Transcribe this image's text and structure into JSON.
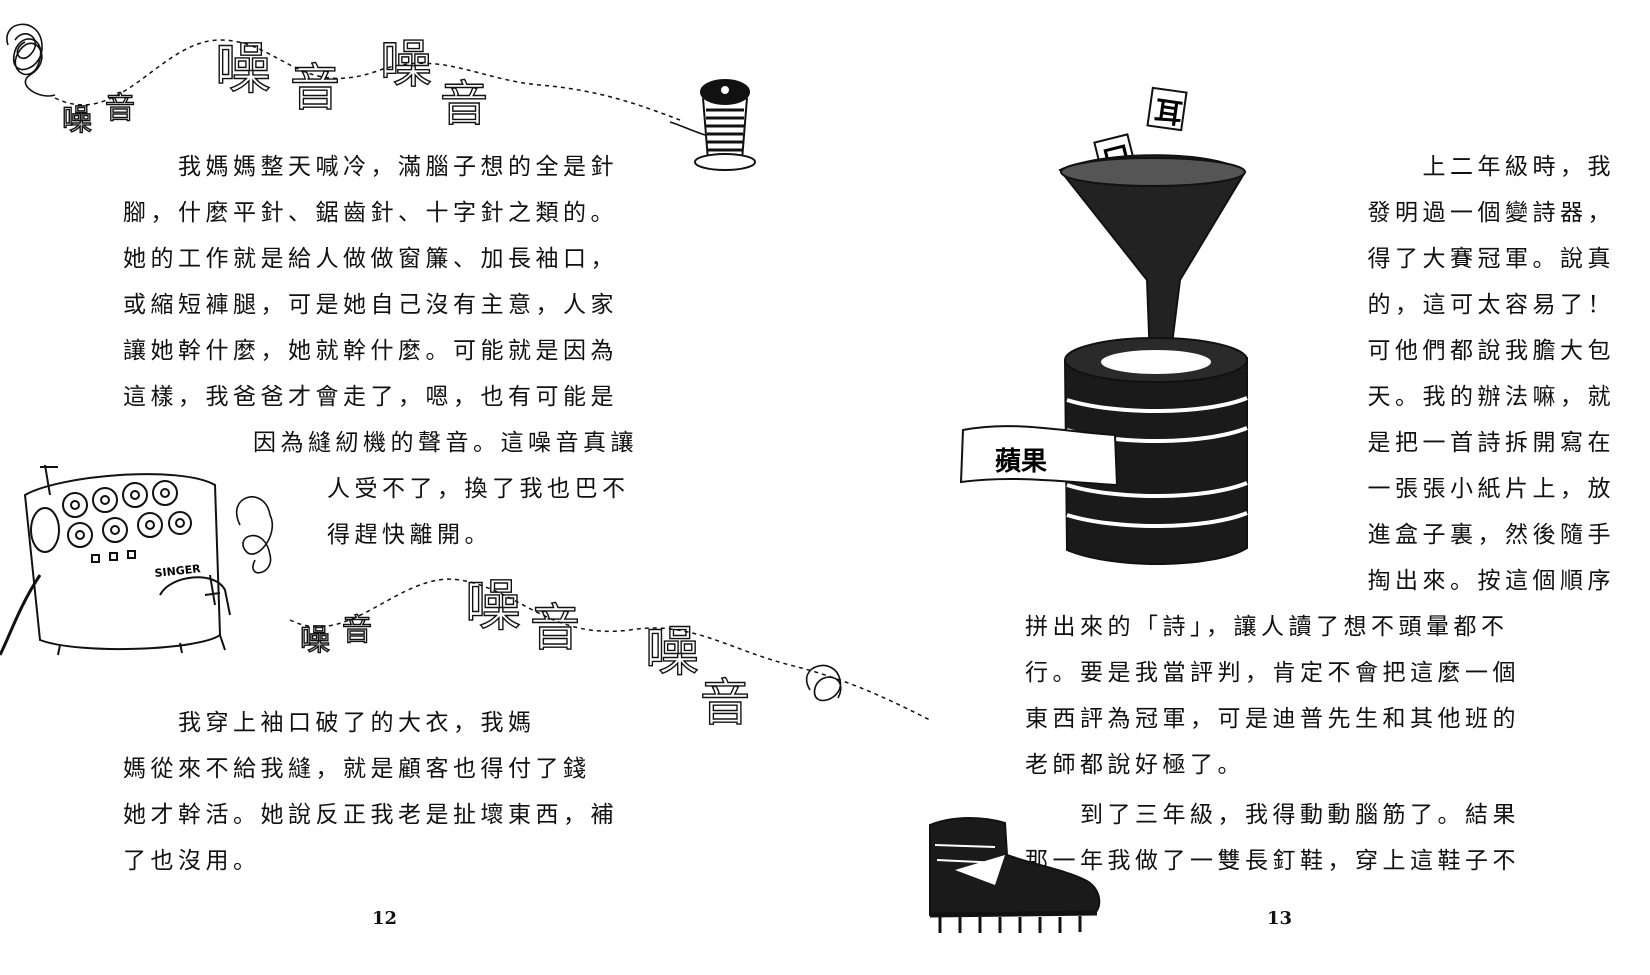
{
  "left_page": {
    "noise_banner_top": [
      "噪",
      "音",
      "噪",
      "音",
      "噪",
      "音"
    ],
    "paragraph_1": [
      "　　我媽媽整天喊冷，滿腦子想的全是針",
      "腳，什麼平針、鋸齒針、十字針之類的。",
      "她的工作就是給人做做窗簾、加長袖口，",
      "或縮短褲腿，可是她自己沒有主意，人家",
      "讓她幹什麼，她就幹什麼。可能就是因為",
      "這樣，我爸爸才會走了，嗯，也有可能是"
    ],
    "paragraph_1_indented": [
      "因為縫紉機的聲音。這噪音真讓",
      "人受不了，換了我也巴不",
      "得趕快離開。"
    ],
    "machine_brand": "SINGER",
    "noise_banner_middle": [
      "噪",
      "音",
      "噪",
      "音",
      "噪",
      "音"
    ],
    "paragraph_2": [
      "　　我穿上袖口破了的大衣，我媽",
      "媽從來不給我縫，就是顧客也得付了錢",
      "她才幹活。她說反正我老是扯壞東西，補",
      "了也沒用。"
    ],
    "page_number": "12"
  },
  "right_page": {
    "funnel_letters": [
      "口",
      "耳"
    ],
    "can_label": "蘋果",
    "paragraph_1_narrow": [
      "上二年級時，我",
      "發明過一個變詩器，",
      "得了大賽冠軍。說真",
      "的，這可太容易了！",
      "可他們都說我膽大包",
      "天。我的辦法嘛，就",
      "是把一首詩拆開寫在",
      "一張張小紙片上，放",
      "進盒子裏，然後隨手",
      "掏出來。按這個順序"
    ],
    "paragraph_1_wide": [
      "拼出來的「詩」，讓人讀了想不頭暈都不",
      "行。要是我當評判，肯定不會把這麼一個",
      "東西評為冠軍，可是迪普先生和其他班的",
      "老師都說好極了。"
    ],
    "paragraph_2": [
      "　　到了三年級，我得動動腦筋了。結果",
      "那一年我做了一雙長釘鞋，穿上這鞋子不"
    ],
    "page_number": "13"
  }
}
